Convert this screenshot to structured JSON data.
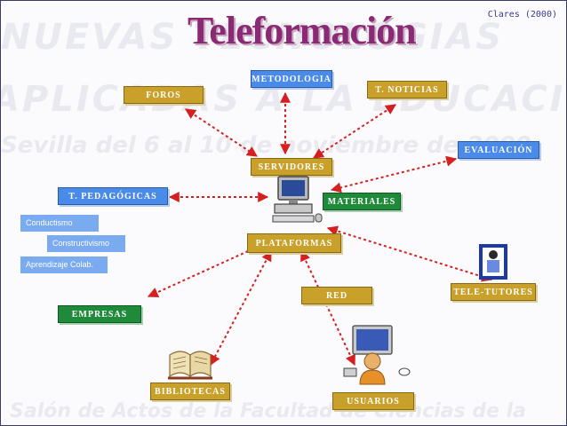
{
  "title": "Teleformación",
  "credit": "Clares (2000)",
  "watermark": {
    "line1": "NUEVAS TECNOLOGIAS",
    "line2": "APLICADAS A LA EDUCACION",
    "line3": "Sevilla del 6 al 10 de noviembre de 2000",
    "line4": "Salón de Actos de la Facultad de Ciencias de la"
  },
  "nodes": {
    "foros": "FOROS",
    "metodologia": "METODOLOGIA",
    "noticias": "T. NOTICIAS",
    "servidores": "SERVIDORES",
    "evaluacion": "EVALUACIÓN",
    "pedagogicas": "T. PEDAGÓGICAS",
    "materiales": "MATERIALES",
    "plataformas": "PLATAFORMAS",
    "red": "RED",
    "teletutores": "TELE-TUTORES",
    "empresas": "EMPRESAS",
    "bibliotecas": "BIBLIOTECAS",
    "usuarios": "USUARIOS"
  },
  "pedagogy_items": [
    "Conductismo",
    "Constructivismo",
    "Aprendizaje Colab."
  ],
  "colors": {
    "arrow": "#d42020",
    "gold": "#c9a02a",
    "blue": "#4a8ae8",
    "green": "#1f8a3a",
    "title": "#8a2a74"
  },
  "icons": [
    "computer-icon",
    "open-book-icon",
    "user-at-computer-icon",
    "tutor-icon"
  ]
}
